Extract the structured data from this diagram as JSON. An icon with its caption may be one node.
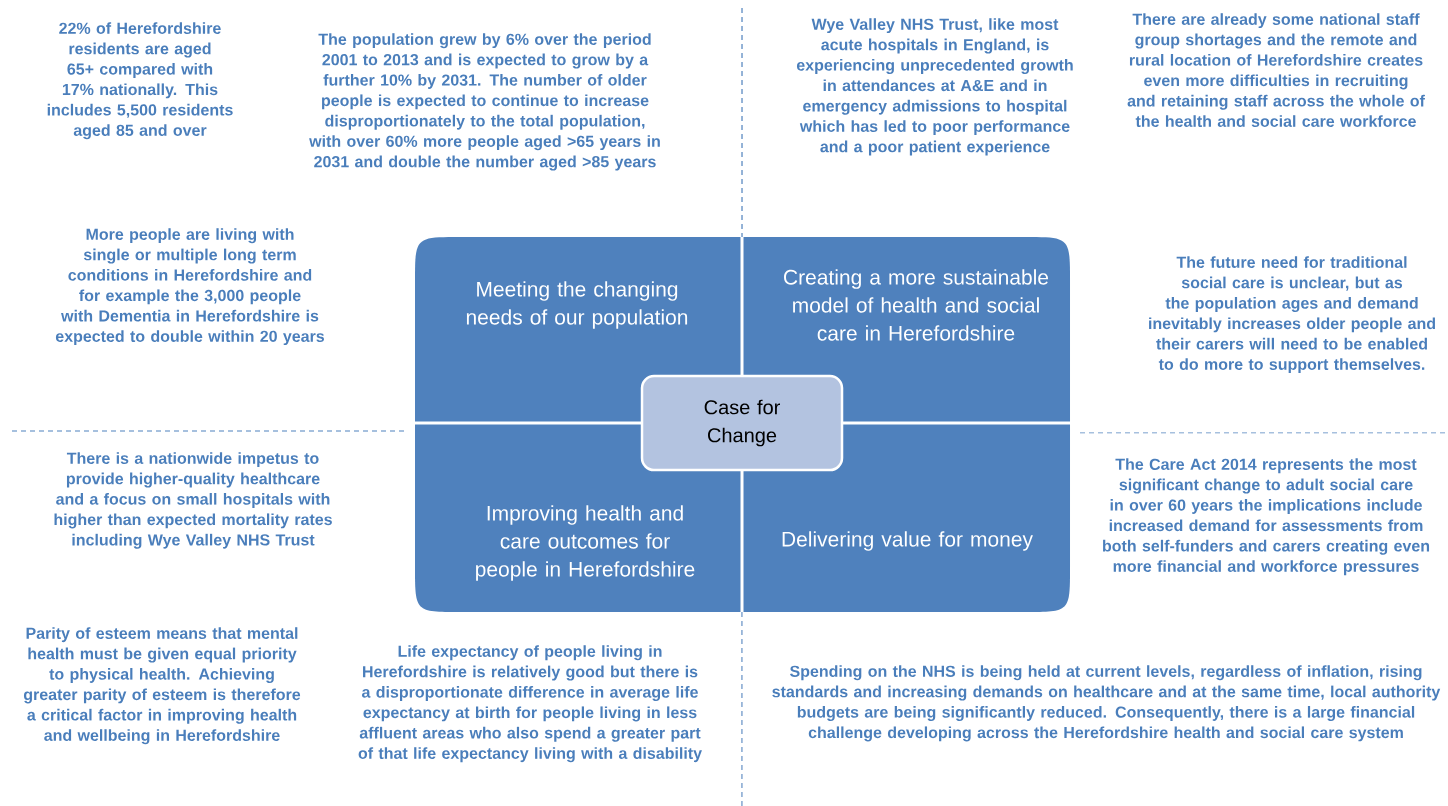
{
  "diagram": {
    "nodes": [
      {
        "text": [
          "Meeting the changing needs of our population"
        ]
      },
      {
        "text": [
          "Creating a more sustainable model of health and social care in Herefordshire"
        ]
      },
      {
        "text": [
          "Case for Change"
        ]
      },
      {
        "text": [
          "Improving health and care outcomes for people in Herefordshire"
        ]
      },
      {
        "text": [
          "Delivering value for money"
        ]
      }
    ],
    "labels": [
      "22% of Herefordshire residents are aged 65+ compared with 17% nationally. This includes 5,500 residents aged 85 and over",
      "The population grew by 6% over the period 2001 to 2013 and is expected to grow by a further 10% by 2031. The number of older people is expected to continue to increase disproportionately to the total population, with over 60% more people aged >65 years in 2031 and double the number aged >85 years",
      "Wye Valley NHS Trust, like most acute hospitals in England, is experiencing unprecedented growth in attendances at A&E and in emergency admissions to hospital which has led to poor performance and a poor patient experience",
      "There are already some national staff group shortages and the remote and rural location of Herefordshire creates even more difficulties in recruiting and retaining staff across the whole of the health and social care workforce",
      "More people are living with single or multiple long term conditions in Herefordshire and for example the 3,000 people with Dementia in Herefordshire is expected to double within 20 years",
      "The future need for traditional social care is unclear, but as the population ages and demand inevitably increases older people and their carers will need to be enabled to do more to support themselves.",
      "There is a nationwide impetus to provide higher-quality healthcare and a focus on small hospitals with higher than expected mortality rates including Wye Valley NHS Trust",
      "The Care Act 2014 represents the most significant change to adult social care in over 60 years the implications include increased demand for assessments from both self-funders and carers creating even more financial and workforce pressures",
      "Parity of esteem means that mental health must be given equal priority to physical health. Achieving greater parity of esteem is therefore a critical factor in improving health and wellbeing in Herefordshire",
      "Life expectancy of people living in Herefordshire is relatively good but there is a disproportionate difference in average life expectancy at birth for people living in less affluent areas who also spend a greater part of that life expectancy living with a disability",
      "Spending on the NHS is being held at current levels, regardless of inflation, rising standards and increasing demands on healthcare and at the same time, local authority budgets are being significantly reduced. Consequently, there is a large financial challenge developing across the Herefordshire health and social care system"
    ]
  }
}
